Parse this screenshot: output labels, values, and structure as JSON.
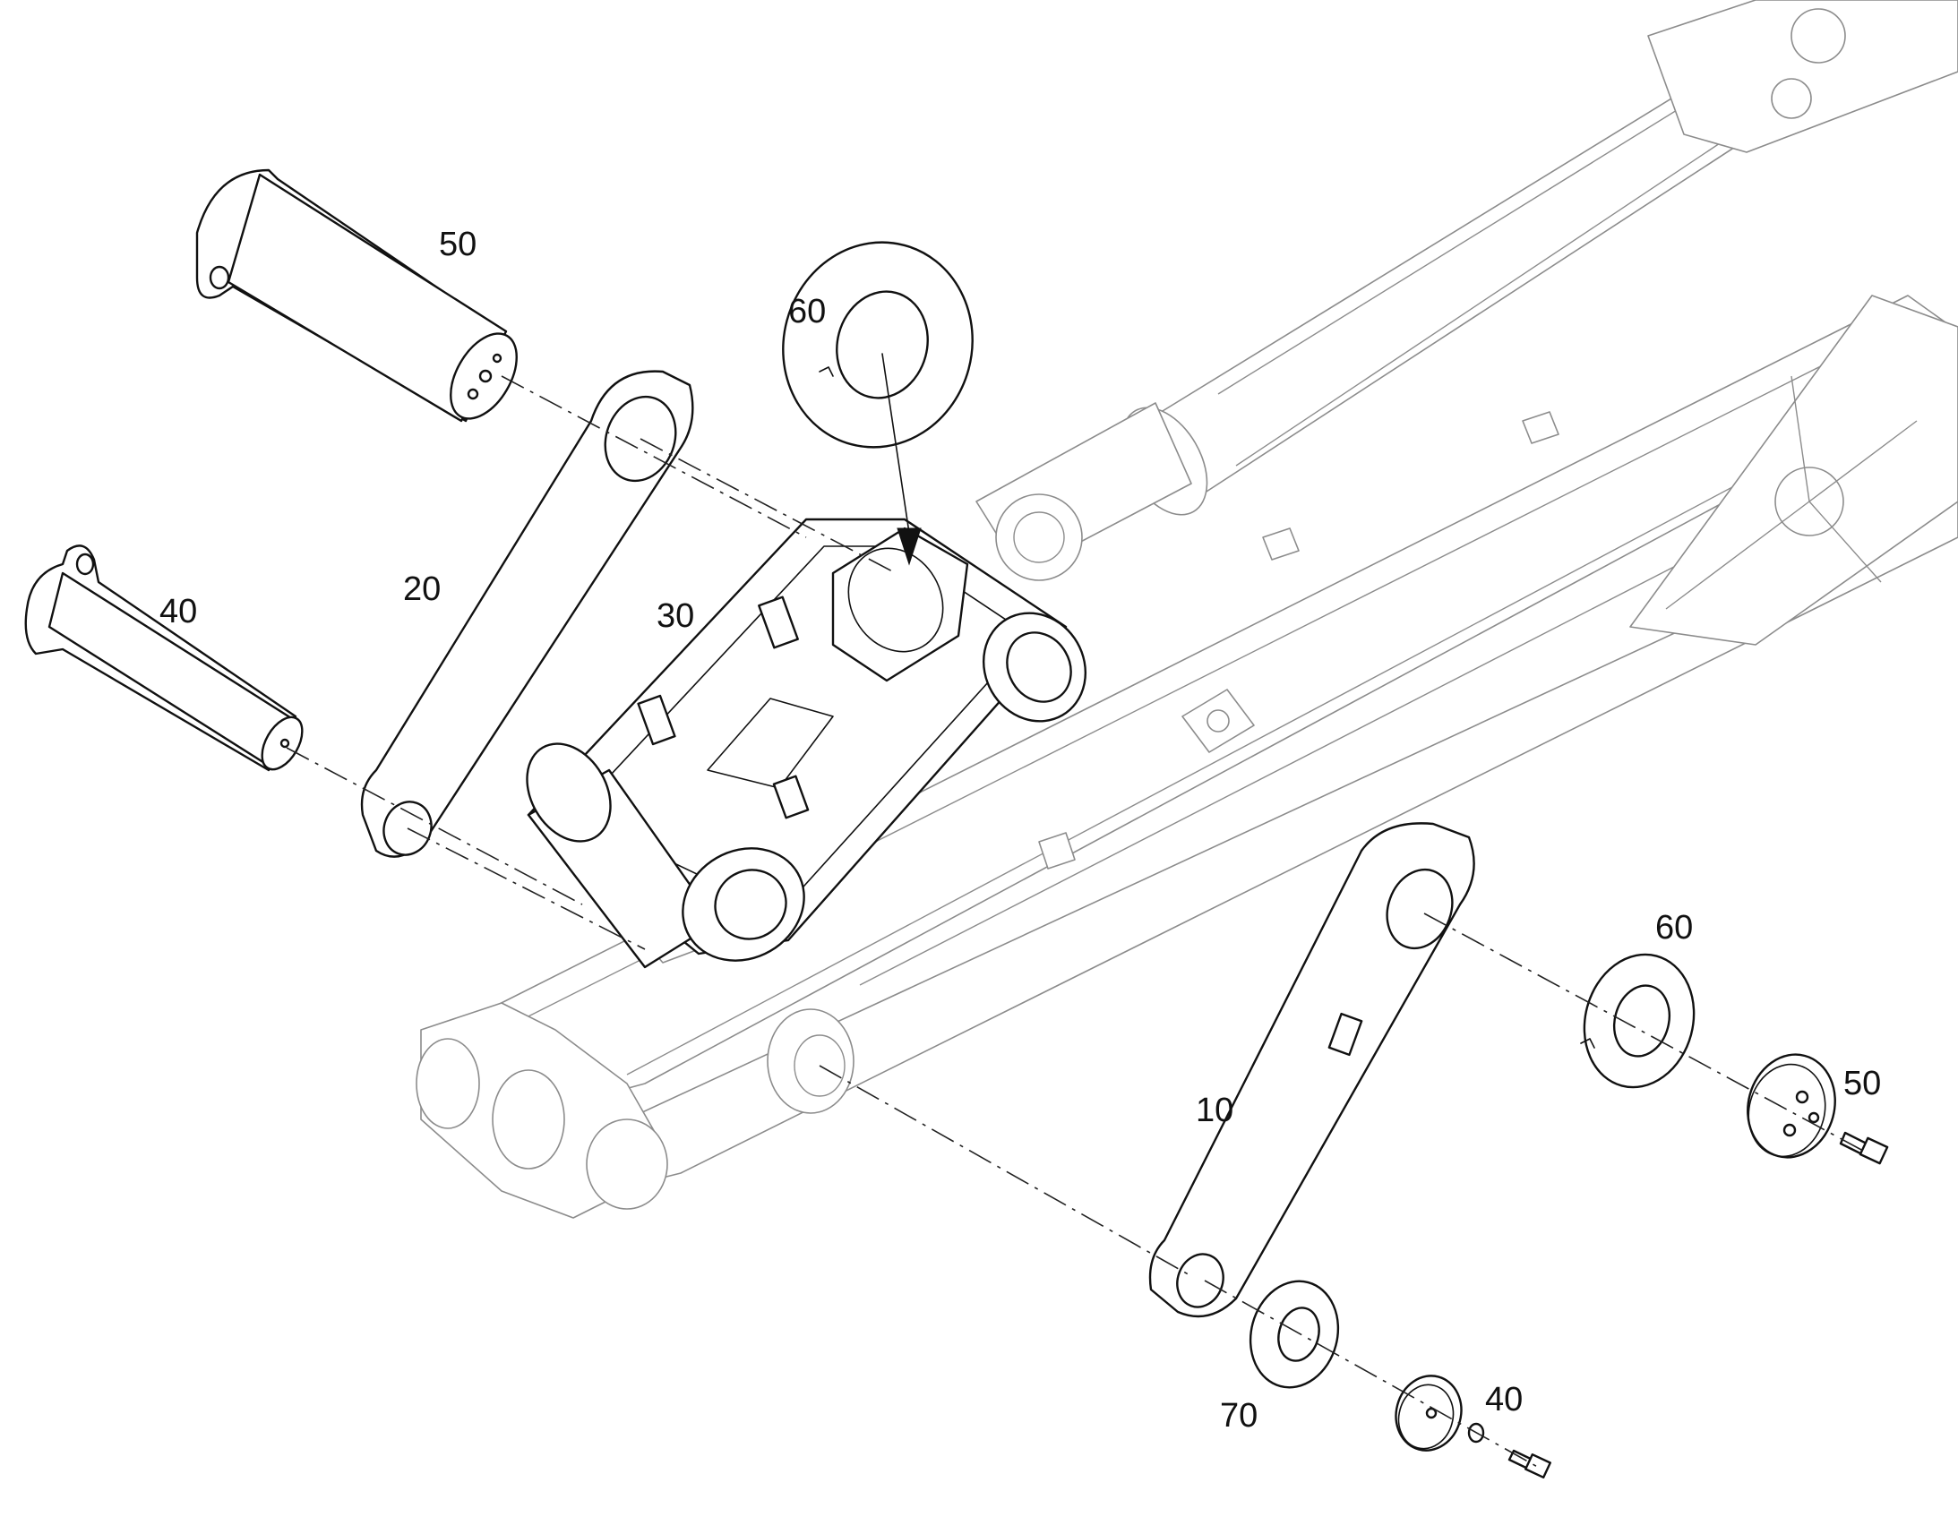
{
  "diagram": {
    "type": "exploded-parts-drawing",
    "callouts": {
      "c10": "10",
      "c20": "20",
      "c30": "30",
      "c40_upper": "40",
      "c40_lower": "40",
      "c50_upper": "50",
      "c50_lower": "50",
      "c60_upper": "60",
      "c60_lower": "60",
      "c70": "70"
    }
  }
}
